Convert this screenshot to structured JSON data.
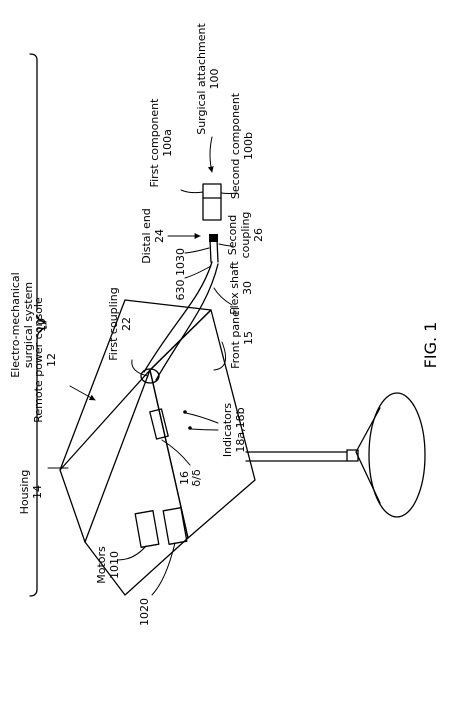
{
  "figure_label": "FIG. 1",
  "labels": {
    "system": {
      "name": "Electro-mechanical",
      "name2": "surgical system",
      "ref": "10"
    },
    "motors": {
      "name": "Motors",
      "ref": "1010"
    },
    "motor2_ref": "1020",
    "housing": {
      "name": "Housing",
      "ref": "14"
    },
    "console": {
      "name": "Remote power console",
      "ref": "12"
    },
    "panel_ref": "16",
    "panel_ref2": "δ/δ",
    "indicators": {
      "name": "Indicators",
      "ref": "18a,18b"
    },
    "front_panel": {
      "name": "Front panel",
      "ref": "15"
    },
    "first_coupling": {
      "name": "First coupling",
      "ref": "22"
    },
    "flex_shaft": {
      "name": "Flex shaft",
      "ref": "30"
    },
    "ref_630": "630",
    "ref_1030": "1030",
    "distal_end": {
      "name": "Distal end",
      "ref": "24"
    },
    "second_coupling": {
      "name": "Second",
      "name2": "coupling",
      "ref": "26"
    },
    "first_component": {
      "name": "First component",
      "ref": "100a"
    },
    "second_component": {
      "name": "Second component",
      "ref": "100b"
    },
    "surgical_attachment": {
      "name": "Surgical attachment",
      "ref": "100"
    }
  }
}
